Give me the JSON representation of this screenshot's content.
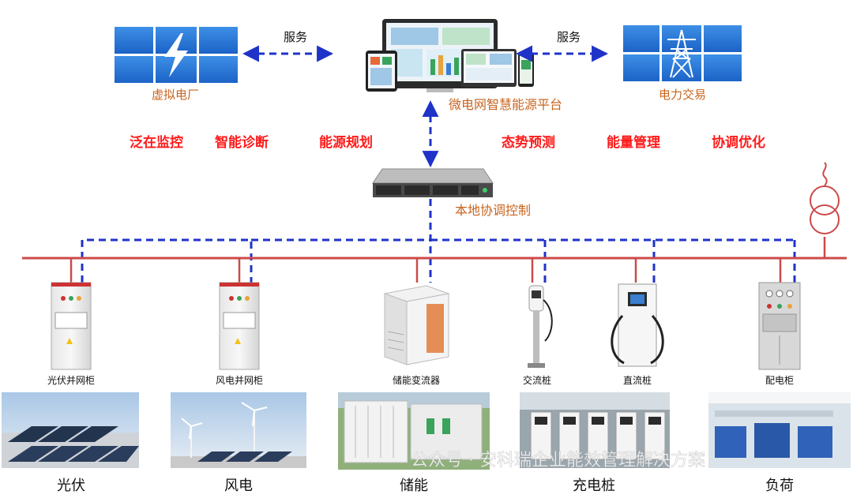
{
  "top": {
    "left_service": "服务",
    "right_service": "服务",
    "virtual_plant": "虚拟电厂",
    "platform": "微电网智慧能源平台",
    "power_trading": "电力交易"
  },
  "functions": [
    "泛在监控",
    "智能诊断",
    "能源规划",
    "态势预测",
    "能量管理",
    "协调优化"
  ],
  "controller": "本地协调控制",
  "equipment": [
    "光伏并网柜",
    "风电并网柜",
    "储能变流器",
    "交流桩",
    "直流桩",
    "配电柜"
  ],
  "scenes": [
    "光伏",
    "风电",
    "储能",
    "充电桩",
    "负荷"
  ],
  "watermark": "公众号 · 安科瑞企业能效管理解决方案",
  "colors": {
    "accent_blue": "#1f33c8",
    "bus_red": "#cc4a4a",
    "label_orange": "#c8641e",
    "function_red": "#ff1a1a"
  },
  "icons": [
    "lightning-icon",
    "power-tower-icon",
    "transformer-icon"
  ]
}
